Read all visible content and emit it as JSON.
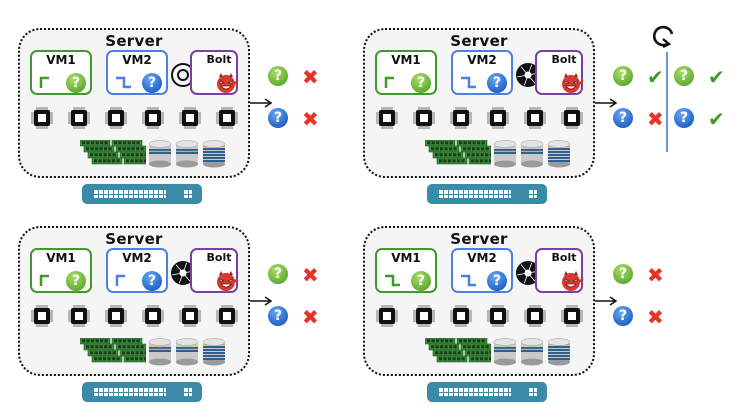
{
  "panels": [
    {
      "server_label": "Server",
      "vm1": {
        "label": "VM1",
        "signal": "step-partial",
        "status_icon": "question-green-icon"
      },
      "vm2": {
        "label": "VM2",
        "signal": "pulse-full",
        "status_icon": "question-blue-icon"
      },
      "bolt": {
        "label": "Bolt",
        "aperture": "outline"
      },
      "results": [
        {
          "question": "green",
          "outcome": "cross"
        },
        {
          "question": "blue",
          "outcome": "cross"
        }
      ]
    },
    {
      "server_label": "Server",
      "vm1": {
        "label": "VM1",
        "signal": "step-partial",
        "status_icon": "question-green-icon"
      },
      "vm2": {
        "label": "VM2",
        "signal": "pulse-full",
        "status_icon": "question-blue-icon"
      },
      "bolt": {
        "label": "Bolt",
        "aperture": "filled"
      },
      "results": [
        {
          "question": "green",
          "outcome": "check"
        },
        {
          "question": "blue",
          "outcome": "cross"
        }
      ],
      "retry_results": [
        {
          "question": "green",
          "outcome": "check"
        },
        {
          "question": "blue",
          "outcome": "check"
        }
      ]
    },
    {
      "server_label": "Server",
      "vm1": {
        "label": "VM1",
        "signal": "step-partial",
        "status_icon": "question-green-icon"
      },
      "vm2": {
        "label": "VM2",
        "signal": "step-partial",
        "status_icon": "question-blue-icon"
      },
      "bolt": {
        "label": "Bolt",
        "aperture": "filled"
      },
      "results": [
        {
          "question": "green",
          "outcome": "cross"
        },
        {
          "question": "blue",
          "outcome": "cross"
        }
      ]
    },
    {
      "server_label": "Server",
      "vm1": {
        "label": "VM1",
        "signal": "pulse-full",
        "status_icon": "question-green-icon"
      },
      "vm2": {
        "label": "VM2",
        "signal": "pulse-full",
        "status_icon": "question-blue-icon"
      },
      "bolt": {
        "label": "Bolt",
        "aperture": "filled"
      },
      "results": [
        {
          "question": "green",
          "outcome": "cross"
        },
        {
          "question": "blue",
          "outcome": "cross"
        }
      ]
    }
  ],
  "glyphs": {
    "question": "?",
    "check": "✔",
    "cross": "✖"
  },
  "colors": {
    "vm1": "#3f9a2c",
    "vm2": "#4f7fe6",
    "bolt": "#7a3fa6",
    "cross": "#e8332a",
    "check": "#3f9a2c",
    "switch": "#3a8aa8"
  }
}
